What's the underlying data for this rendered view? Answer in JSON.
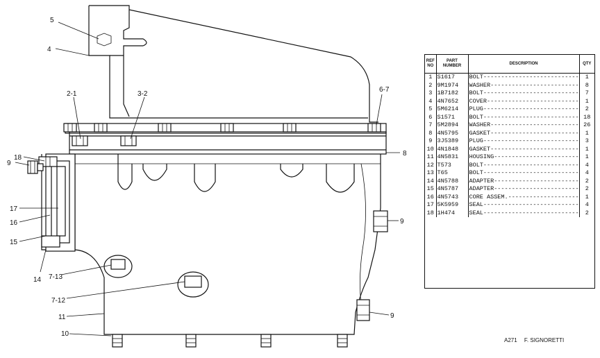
{
  "callouts": [
    {
      "id": "c5",
      "text": "5"
    },
    {
      "id": "c4",
      "text": "4"
    },
    {
      "id": "c2_1",
      "text": "2-1"
    },
    {
      "id": "c3_2",
      "text": "3-2"
    },
    {
      "id": "c6_7",
      "text": "6-7"
    },
    {
      "id": "c8",
      "text": "8"
    },
    {
      "id": "c18",
      "text": "18"
    },
    {
      "id": "c9a",
      "text": "9"
    },
    {
      "id": "c17",
      "text": "17"
    },
    {
      "id": "c16",
      "text": "16"
    },
    {
      "id": "c15",
      "text": "15"
    },
    {
      "id": "c14",
      "text": "14"
    },
    {
      "id": "c7_13",
      "text": "7-13"
    },
    {
      "id": "c7_12",
      "text": "7-12"
    },
    {
      "id": "c11",
      "text": "11"
    },
    {
      "id": "c10",
      "text": "10"
    },
    {
      "id": "c9b",
      "text": "9"
    },
    {
      "id": "c9c",
      "text": "9"
    }
  ],
  "parts_table": {
    "headers": {
      "ref": "REF NO",
      "part": "PART NUMBER",
      "desc": "DESCRIPTION",
      "qty": "QTY"
    },
    "rows": [
      {
        "ref": "1",
        "part": "S1617",
        "desc": "BOLT----------------------------------",
        "qty": "1"
      },
      {
        "ref": "2",
        "part": "9M1974",
        "desc": "WASHER---------------------------",
        "qty": "8"
      },
      {
        "ref": "3",
        "part": "1B7182",
        "desc": "BOLT-----------------------------------",
        "qty": "7"
      },
      {
        "ref": "4",
        "part": "4N7652",
        "desc": "COVER---------------------------------",
        "qty": "1"
      },
      {
        "ref": "5",
        "part": "5M6214",
        "desc": "PLUG-----------------------------------",
        "qty": "2"
      },
      {
        "ref": "6",
        "part": "S1571",
        "desc": "BOLT-----------------------------------",
        "qty": "18"
      },
      {
        "ref": "7",
        "part": "5M2894",
        "desc": "WASHER-------------------------------",
        "qty": "26"
      },
      {
        "ref": "8",
        "part": "4N5795",
        "desc": "GASKET-------------------------------",
        "qty": "1"
      },
      {
        "ref": "9",
        "part": "3J5389",
        "desc": "PLUG------------------------------------",
        "qty": "3"
      },
      {
        "ref": "10",
        "part": "4N1848",
        "desc": "GASKET-------------------------------",
        "qty": "1"
      },
      {
        "ref": "11",
        "part": "4N5831",
        "desc": "HOUSING-----------------------------",
        "qty": "1"
      },
      {
        "ref": "12",
        "part": "T573",
        "desc": "BOLT-----------------------------------",
        "qty": "4"
      },
      {
        "ref": "13",
        "part": "T65",
        "desc": "BOLT-----------------------------------",
        "qty": "4"
      },
      {
        "ref": "14",
        "part": "4N5788",
        "desc": "ADAPTER-----------------------------",
        "qty": "2"
      },
      {
        "ref": "15",
        "part": "4N5787",
        "desc": "ADAPTER-----------------------------",
        "qty": "2"
      },
      {
        "ref": "16",
        "part": "4N5743",
        "desc": "CORE ASSEM.------------------------",
        "qty": "1"
      },
      {
        "ref": "17",
        "part": "5K5959",
        "desc": "SEAL------------------------------------",
        "qty": "4"
      },
      {
        "ref": "18",
        "part": "1H474",
        "desc": "SEAL------------------------------------",
        "qty": "2"
      }
    ]
  },
  "footer": {
    "code": "A271",
    "author": "F. SIGNORETTI"
  }
}
